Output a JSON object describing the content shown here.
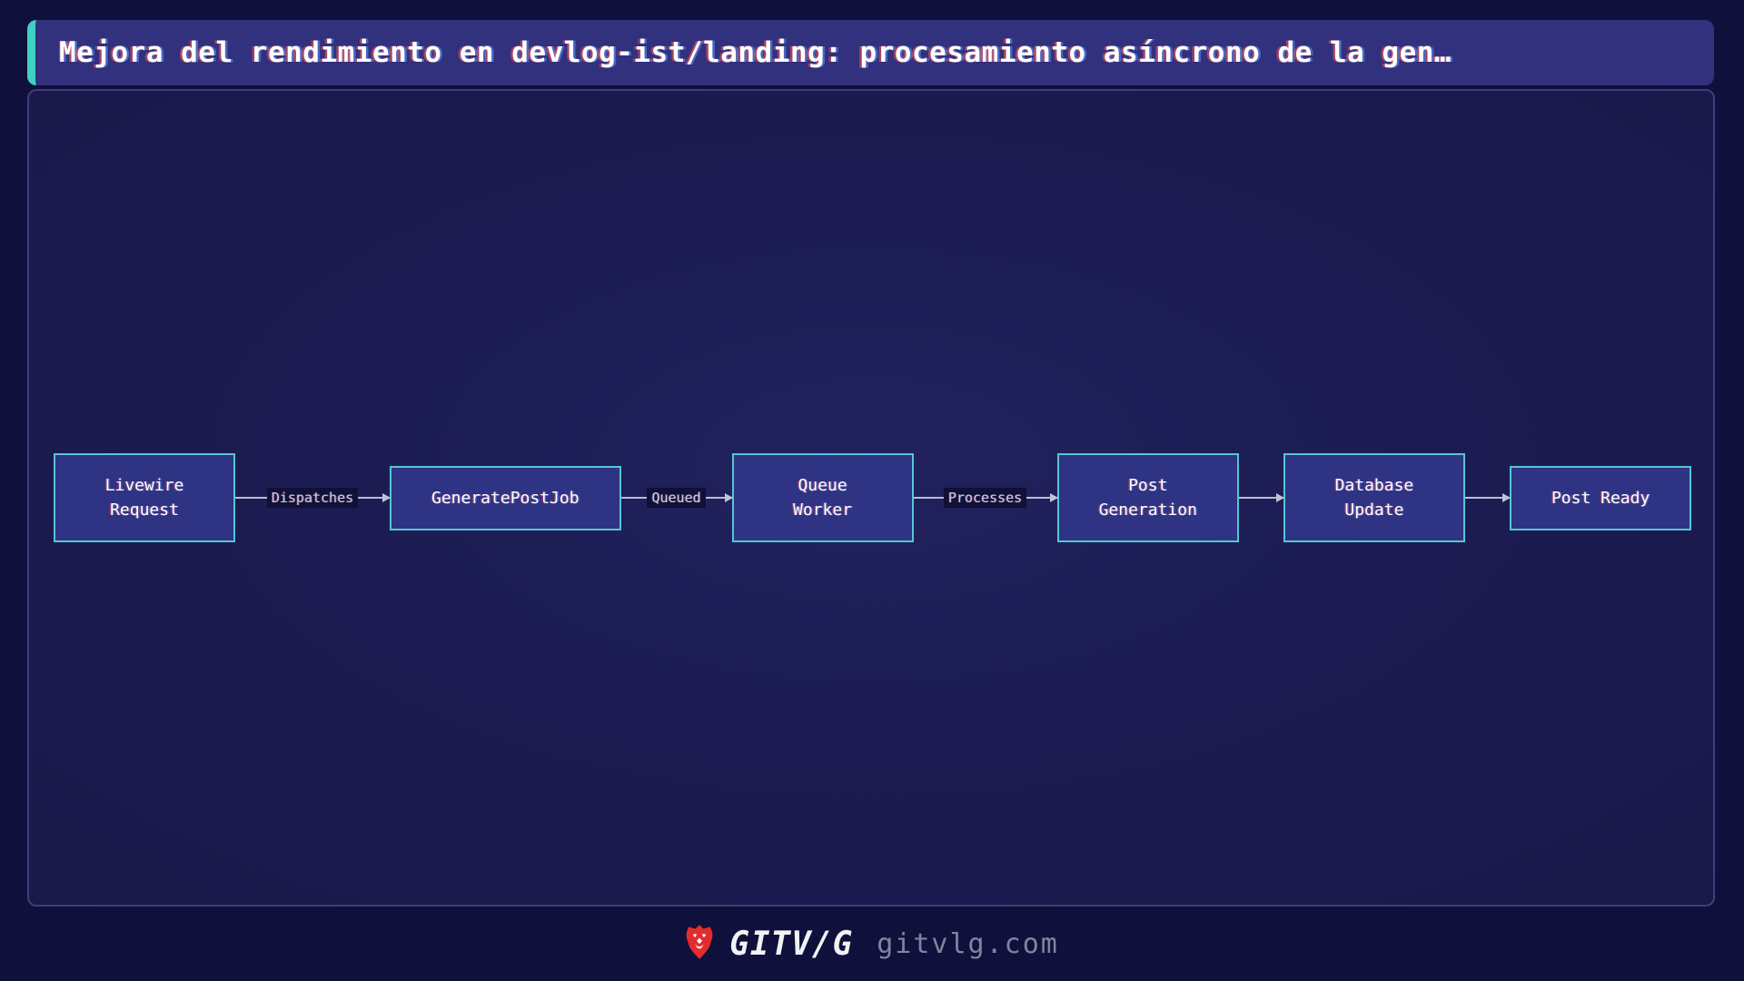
{
  "header": {
    "title": "Mejora del rendimiento en devlog-ist/landing: procesamiento asíncrono de la gen…"
  },
  "chart_data": {
    "type": "flowchart",
    "direction": "left-to-right",
    "nodes": [
      {
        "id": "livewire-request",
        "label": "Livewire\nRequest"
      },
      {
        "id": "generate-post-job",
        "label": "GeneratePostJob"
      },
      {
        "id": "queue-worker",
        "label": "Queue\nWorker"
      },
      {
        "id": "post-generation",
        "label": "Post\nGeneration"
      },
      {
        "id": "database-update",
        "label": "Database\nUpdate"
      },
      {
        "id": "post-ready",
        "label": "Post Ready"
      }
    ],
    "edges": [
      {
        "from": "livewire-request",
        "to": "generate-post-job",
        "label": "Dispatches"
      },
      {
        "from": "generate-post-job",
        "to": "queue-worker",
        "label": "Queued"
      },
      {
        "from": "queue-worker",
        "to": "post-generation",
        "label": "Processes"
      },
      {
        "from": "post-generation",
        "to": "database-update",
        "label": ""
      },
      {
        "from": "database-update",
        "to": "post-ready",
        "label": ""
      }
    ]
  },
  "footer": {
    "brand": "GITV/G",
    "domain": "gitvlg.com",
    "logo_icon": "lion-logo"
  },
  "colors": {
    "page_background": "#10103c",
    "title_bar_background": "#31317d",
    "title_accent": "#3ed2c3",
    "panel_background": "#1b1b50",
    "panel_border": "#3e3e7c",
    "node_fill": "#2e3383",
    "node_border": "#55c6d2",
    "edge_line": "#bcbcd2",
    "edge_label_text": "#cfcfdd",
    "logo_red": "#e12d2d",
    "domain_text": "#80859f"
  }
}
